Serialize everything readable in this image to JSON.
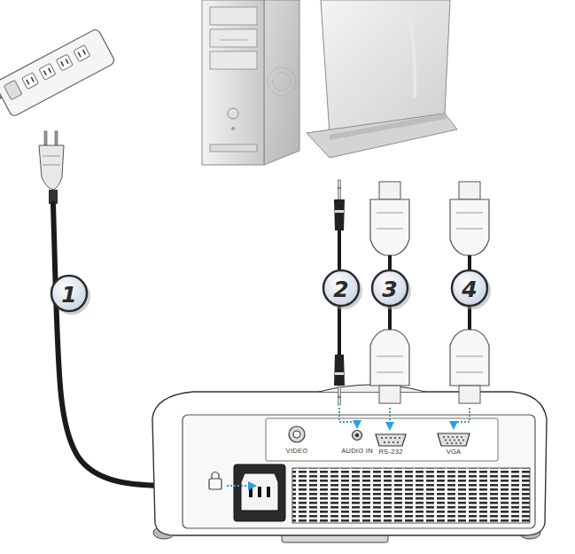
{
  "diagram": {
    "labels": [
      "2",
      "3",
      "4",
      "1",
      "VIDEO",
      "AUDIO IN",
      "RS-232",
      "VGA"
    ]
  }
}
